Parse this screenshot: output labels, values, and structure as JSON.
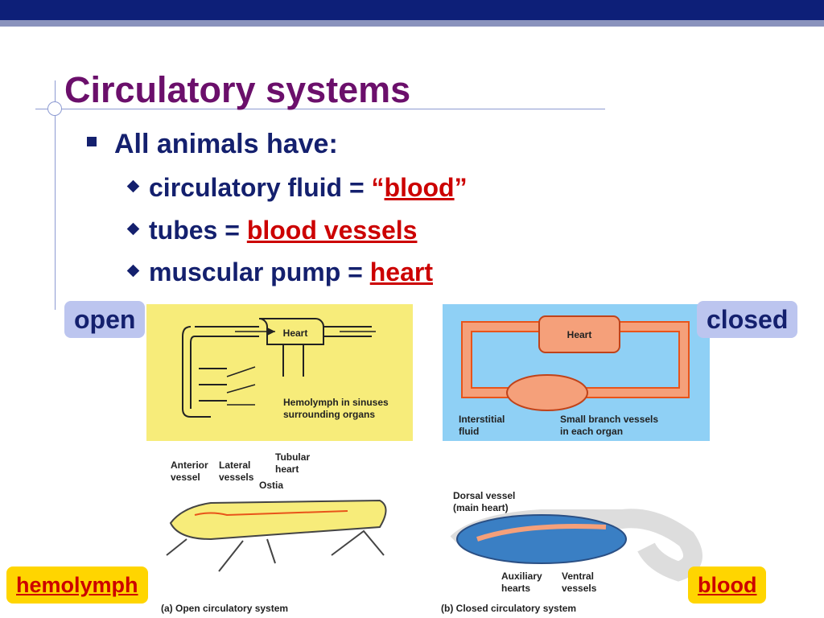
{
  "slide": {
    "title": "Circulatory systems",
    "bullet": "All animals have:",
    "items": [
      {
        "prefix": "circulatory fluid = ",
        "open_quote": "“",
        "term": "blood",
        "close_quote": "”"
      },
      {
        "prefix": "tubes = ",
        "term": "blood vessels"
      },
      {
        "prefix": "muscular pump = ",
        "term": "heart"
      }
    ]
  },
  "labels": {
    "open": "open",
    "closed": "closed",
    "hemolymph": "hemolymph",
    "blood": "blood"
  },
  "figure_open": {
    "heart": "Heart",
    "sinus_line1": "Hemolymph in sinuses",
    "sinus_line2": "surrounding organs",
    "anterior1": "Anterior",
    "anterior2": "vessel",
    "lateral1": "Lateral",
    "lateral2": "vessels",
    "tubular1": "Tubular",
    "tubular2": "heart",
    "ostia": "Ostia",
    "caption": "(a) Open circulatory system"
  },
  "figure_closed": {
    "heart": "Heart",
    "interstitial1": "Interstitial",
    "interstitial2": "fluid",
    "branch1": "Small branch vessels",
    "branch2": "in each organ",
    "dorsal1": "Dorsal vessel",
    "dorsal2": "(main heart)",
    "aux1": "Auxiliary",
    "aux2": "hearts",
    "ventral1": "Ventral",
    "ventral2": "vessels",
    "caption": "(b) Closed circulatory system"
  },
  "colors": {
    "title": "#6b0f6b",
    "text": "#14206e",
    "term": "#cc0000",
    "open_panel": "#f7ec7a",
    "closed_panel": "#8fd0f5",
    "vessel": "#f5a07a"
  }
}
